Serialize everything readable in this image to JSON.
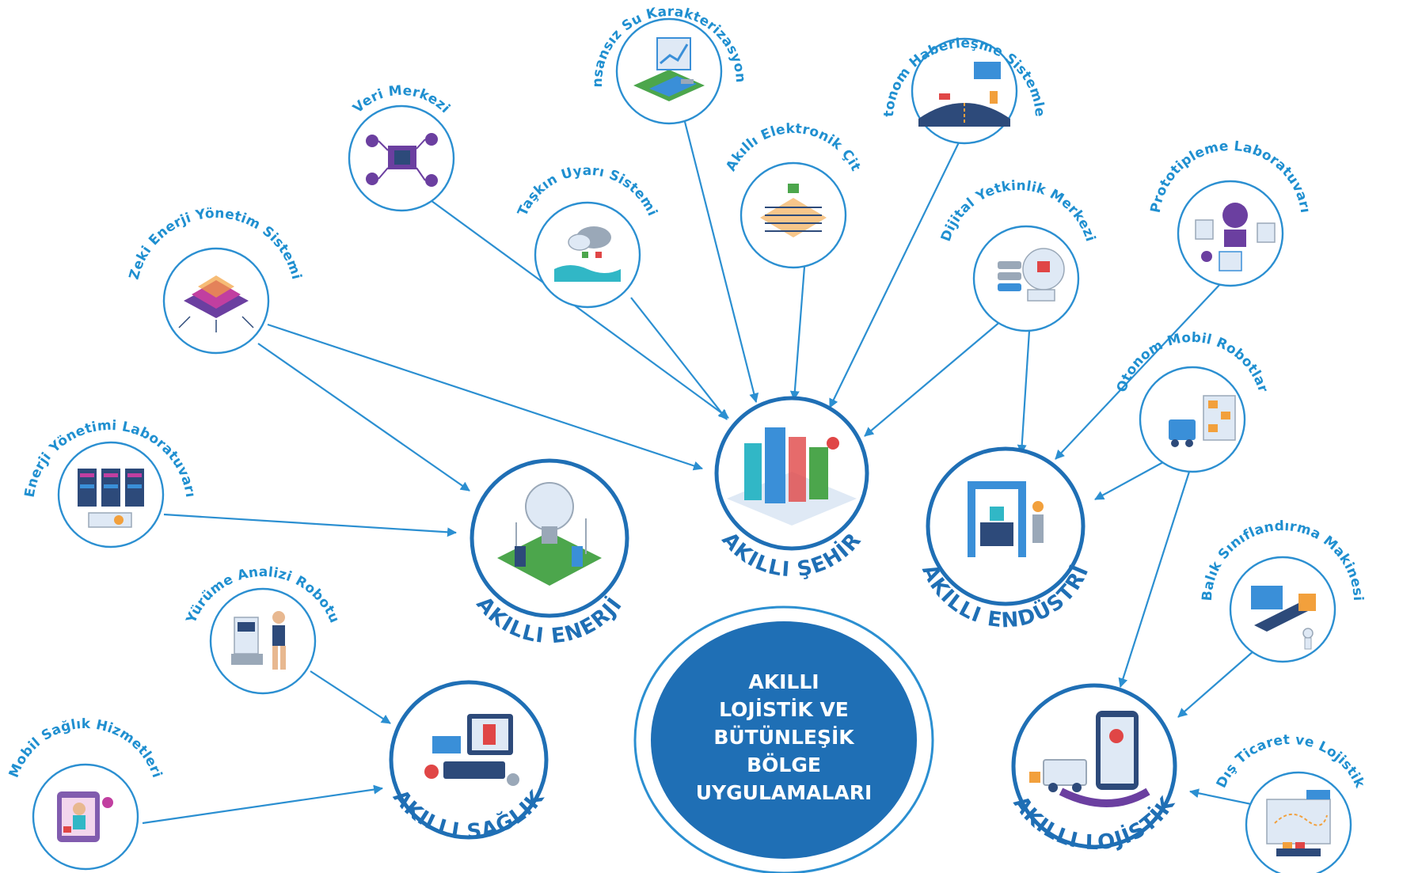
{
  "center": {
    "lines": [
      "AKILLI",
      "LOJİSTİK VE",
      "BÜTÜNLEŞİK",
      "BÖLGE",
      "UYGULAMALARI"
    ]
  },
  "hubs": {
    "sehir": "AKILLI ŞEHİR",
    "enerji": "AKILLI ENERJİ",
    "endustri": "AKILLI ENDÜSTRİ",
    "saglik": "AKILLI SAĞLIK",
    "lojistik": "AKILLI LOJİSTİK"
  },
  "nodes": {
    "insansiz_su": "İnsansız Su Karakterizasyonu",
    "otonom_haberlesme": "Otonom Haberleşme Sistemleri",
    "veri_merkezi": "Veri Merkezi",
    "akilli_elektronik_cit": "Akıllı Elektronik Çit",
    "taskin_uyari": "Taşkın Uyarı Sistemi",
    "dijital_yetkinlik": "Dijital Yetkinlik Merkezi",
    "prototipleme": "Prototipleme Laboratuvarı",
    "zeki_enerji": "Zeki Enerji Yönetim Sistemi",
    "otonom_mobil": "Otonom Mobil Robotlar",
    "enerji_yonetimi_lab": "Enerji Yönetimi Laboratuvarı",
    "balik_siniflandirma": "Balık Sınıflandırma Makinesi",
    "yurume_analizi": "Yürüme Analizi Robotu",
    "mobil_saglik": "Mobil Sağlık Hizmetleri",
    "dis_ticaret": "Dış Ticaret ve Lojistik"
  },
  "colors": {
    "arrow": "#2b8fd1",
    "ring": "#1f6fb5",
    "center_fill": "#1f6fb5",
    "label": "#1f8fd0"
  }
}
